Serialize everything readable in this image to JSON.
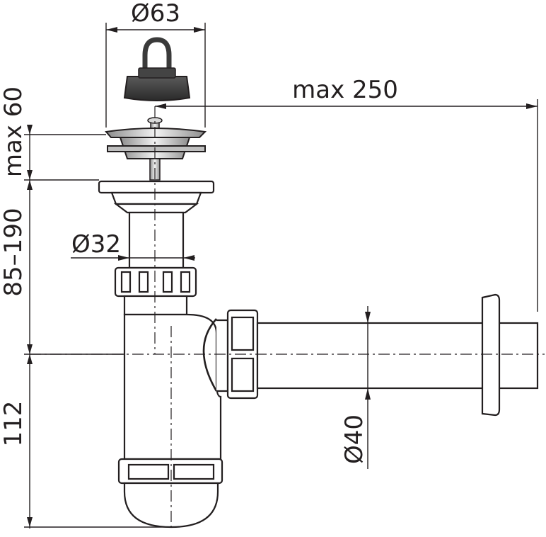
{
  "dimensions": {
    "stopper_diameter": "Ø63",
    "max_reach": "max 250",
    "max_height_top": "max 60",
    "adjust_range": "85–190",
    "inlet_diameter": "Ø32",
    "outlet_diameter": "Ø40",
    "bottom_height": "112"
  },
  "colors": {
    "line": "#231f20",
    "stopper": "#3a3a3a",
    "metal_light": "#d9d9d9",
    "metal_dark": "#8c8c8c",
    "background": "#ffffff"
  }
}
